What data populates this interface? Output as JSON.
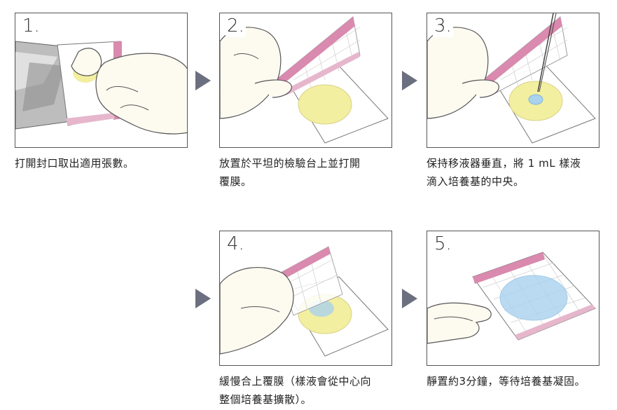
{
  "steps": [
    {
      "number": "1.",
      "caption": [
        "打開封口取出適用張數。"
      ]
    },
    {
      "number": "2.",
      "caption": [
        "放置於平坦的檢驗台上並打開",
        "覆膜。"
      ]
    },
    {
      "number": "3.",
      "caption": [
        "保持移液器垂直，將 1 mL 樣液",
        "滴入培養基的中央。"
      ]
    },
    {
      "number": "4.",
      "caption": [
        "緩慢合上覆膜（樣液會從中心向",
        "整個培養基擴散）。"
      ]
    },
    {
      "number": "5.",
      "caption": [
        "靜置約3分鐘，等待培養基凝固。"
      ]
    }
  ],
  "colors": {
    "arrow": "#6b6f7f",
    "pink": "#d98aae",
    "medium": "#f3efa0",
    "sample": "#a9d2ee"
  }
}
